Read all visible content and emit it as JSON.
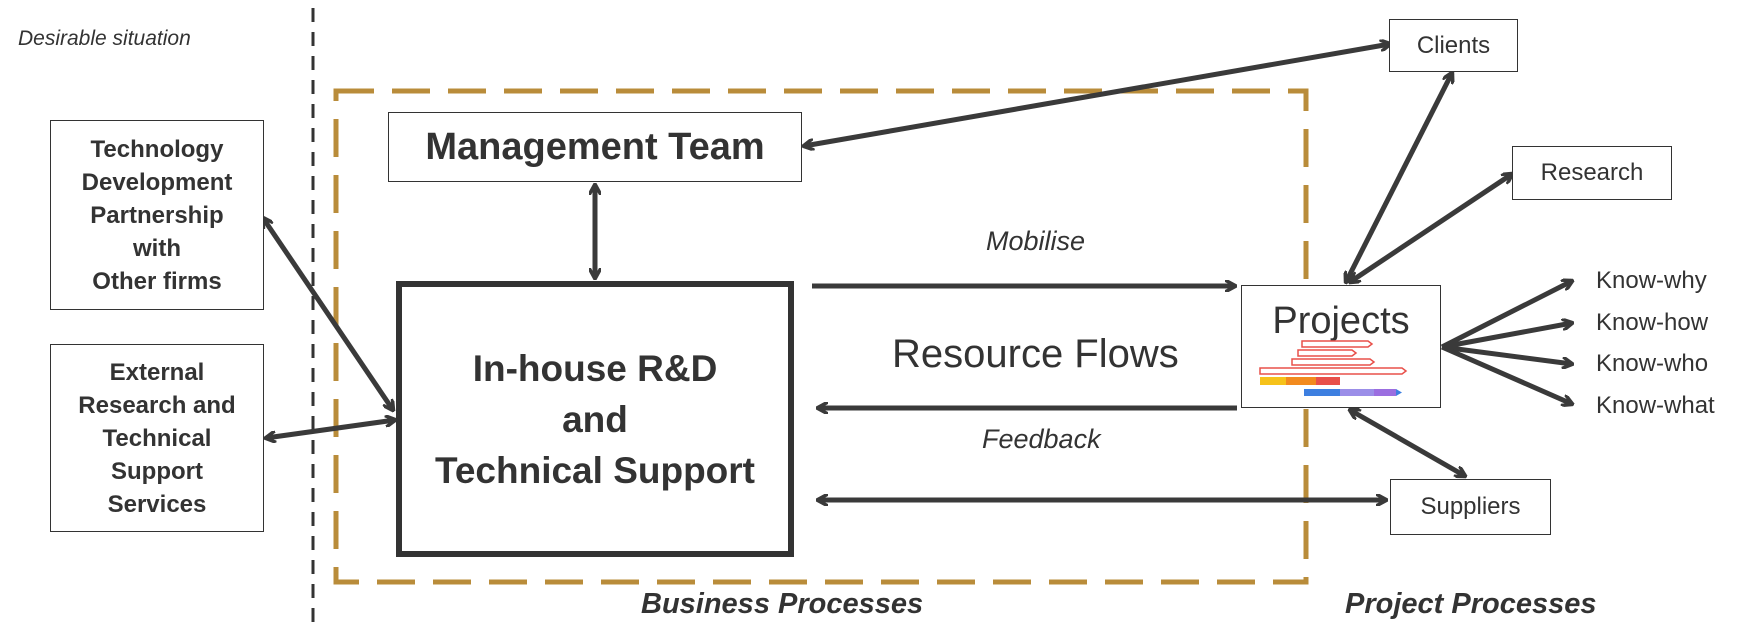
{
  "situation_label": "Desirable situation",
  "boxes": {
    "tech_partnership": "Technology\nDevelopment\nPartnership\nwith\nOther firms",
    "external_research": "External\nResearch and\nTechnical\nSupport\nServices",
    "management_team": "Management Team",
    "inhouse_rd": "In-house R&D\nand\nTechnical Support",
    "projects": "Projects",
    "clients": "Clients",
    "research": "Research",
    "suppliers": "Suppliers"
  },
  "flows": {
    "mobilise": "Mobilise",
    "resource_flows": "Resource Flows",
    "feedback": "Feedback"
  },
  "knowledge": [
    "Know-why",
    "Know-how",
    "Know-who",
    "Know-what"
  ],
  "footer": {
    "business_processes": "Business Processes",
    "project_processes": "Project Processes"
  },
  "colors": {
    "dashed_boundary": "#b98c3a",
    "lines": "#3a3a3a",
    "gantt_outline": "#e8504a",
    "gantt_yellow": "#f6c21a",
    "gantt_orange": "#f28a1e",
    "gantt_blue": "#3d7fe0",
    "gantt_purple": "#9b6ee0"
  }
}
